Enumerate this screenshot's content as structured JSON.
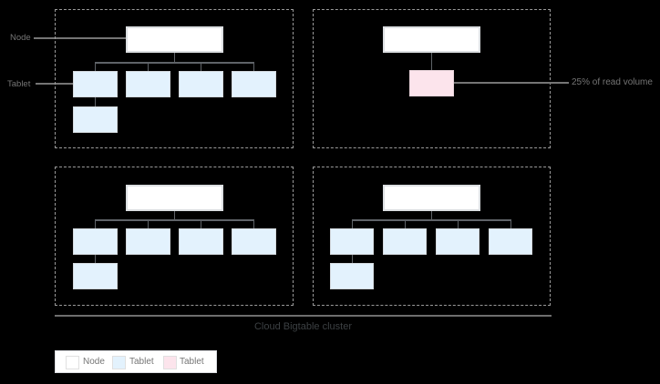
{
  "labels": {
    "node": "Node",
    "tablet": "Tablet",
    "read_volume_annotation": "25% of read volume",
    "cluster_caption": "Cloud Bigtable cluster"
  },
  "legend": {
    "items": [
      {
        "label": "Node",
        "color": "#ffffff"
      },
      {
        "label": "Tablet",
        "color": "#e3f2fd"
      },
      {
        "label": "Tablet",
        "color": "#fce4ec"
      }
    ]
  },
  "colors": {
    "background": "#000000",
    "node_fill": "#ffffff",
    "tablet_fill": "#e3f2fd",
    "hot_tablet_fill": "#fce4ec",
    "box_border": "#dcdfe2",
    "dashed_border": "#9a9a9a",
    "connector_line": "#5f6368",
    "pointer_line": "#757575",
    "label_text": "#757575",
    "caption_text": "#3c4043"
  }
}
